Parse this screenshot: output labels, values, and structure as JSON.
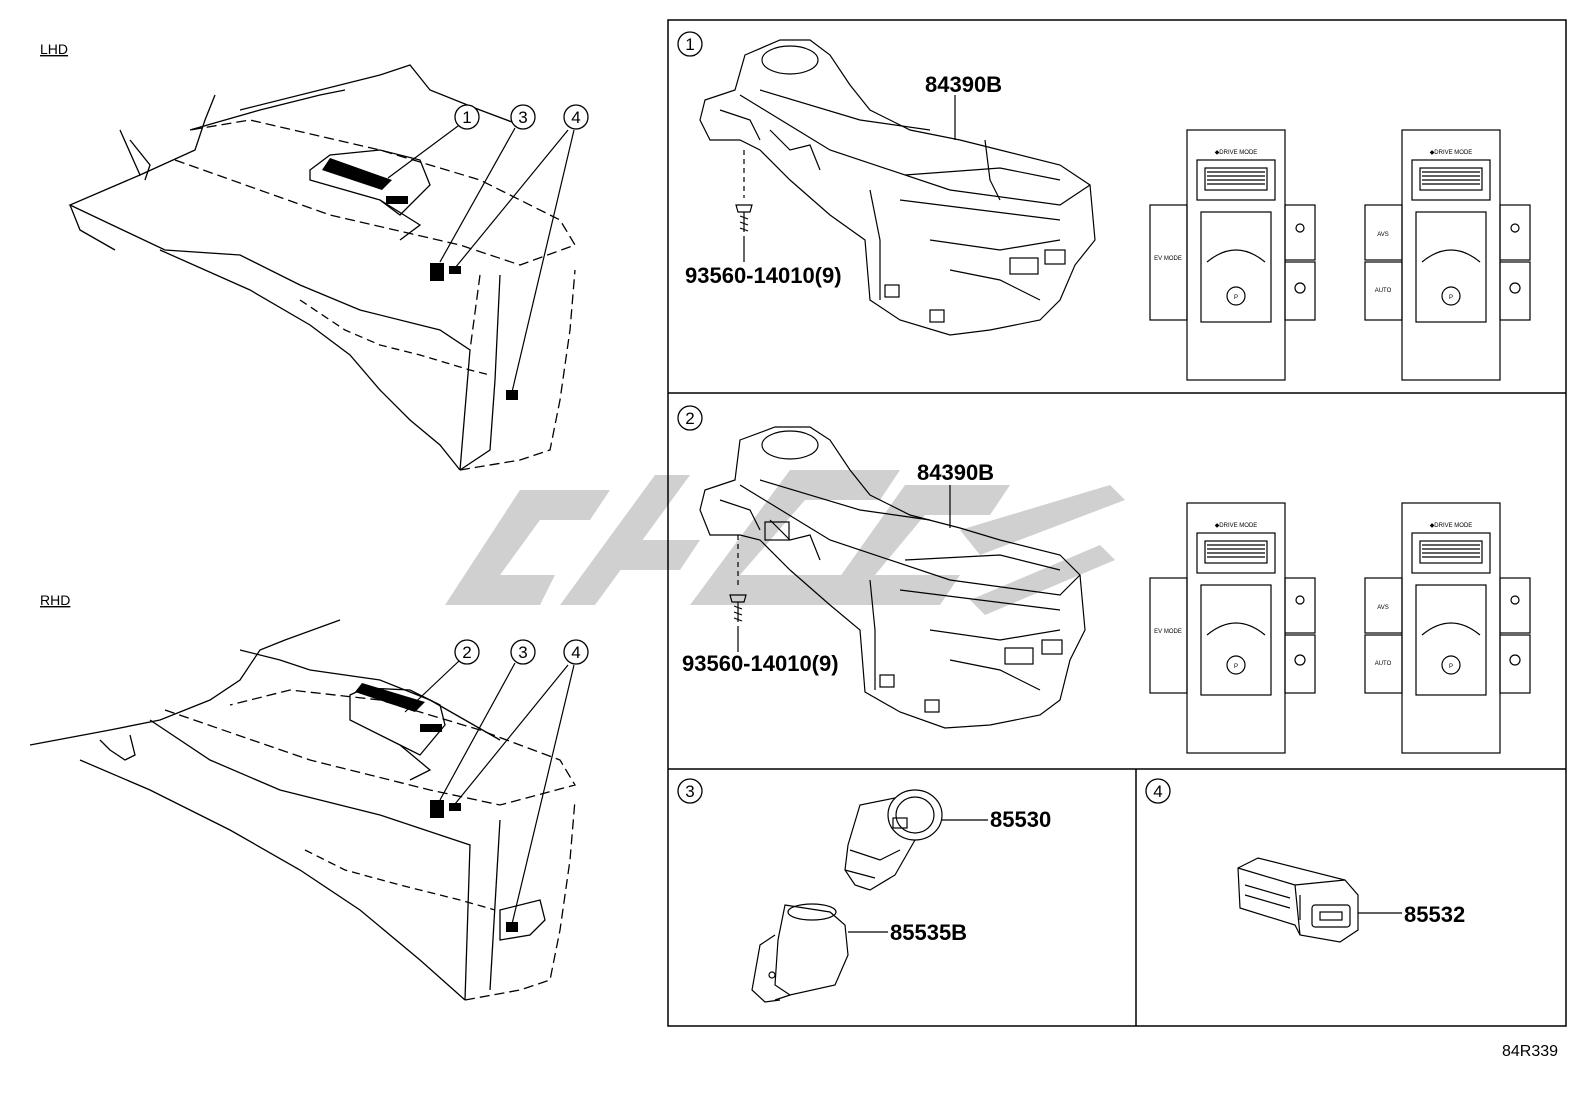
{
  "diagram": {
    "left": {
      "lhd_label": "LHD",
      "rhd_label": "RHD",
      "lhd_callouts": [
        "1",
        "3",
        "4"
      ],
      "rhd_callouts": [
        "2",
        "3",
        "4"
      ]
    },
    "panels": {
      "p1": {
        "number": "1",
        "part_main": "84390B",
        "part_screw": "93560-14010(9)",
        "switch_a": {
          "header": "◆DRIVE MODE",
          "left_btn": "EV MODE",
          "park": "P"
        },
        "switch_b": {
          "header": "◆DRIVE MODE",
          "left_btn_top": "AVS",
          "left_btn_bottom": "AUTO",
          "park": "P"
        }
      },
      "p2": {
        "number": "2",
        "part_main": "84390B",
        "part_screw": "93560-14010(9)",
        "switch_a": {
          "header": "◆DRIVE MODE",
          "left_btn": "EV MODE",
          "park": "P"
        },
        "switch_b": {
          "header": "◆DRIVE MODE",
          "left_btn_top": "AVS",
          "left_btn_bottom": "AUTO",
          "park": "P"
        }
      },
      "p3": {
        "number": "3",
        "part_a": "85530",
        "part_b": "85535B"
      },
      "p4": {
        "number": "4",
        "part_a": "85532"
      }
    },
    "diagram_code": "84R339"
  },
  "colors": {
    "line": "#000000",
    "watermark": "#c8c8c8",
    "background": "#ffffff"
  }
}
